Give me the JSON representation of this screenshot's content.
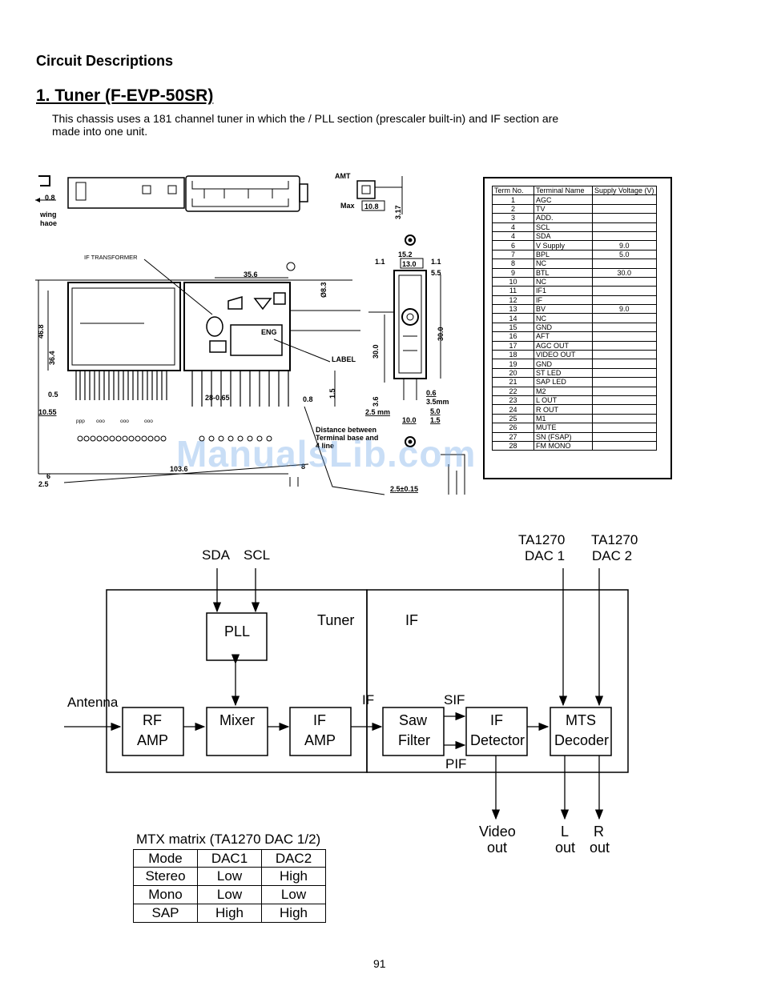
{
  "header": {
    "section": "Circuit Descriptions",
    "title": "1. Tuner (F-EVP-50SR)",
    "intro": "This chassis uses a 181 channel tuner in which the / PLL section (prescaler built-in) and IF section are made into one unit."
  },
  "mech_drawing": {
    "labels": {
      "amt": "AMT",
      "max": "Max",
      "max_val": "10.8",
      "dim_317": "3.17",
      "wing": "wing",
      "haoe": "haoe",
      "dim_08a": "0.8",
      "if_transformer": "IF TRANSFORMER",
      "dim_356": "35.6",
      "dim_83": "Ø8.3",
      "eng": "ENG",
      "label": "LABEL",
      "dim_468": "46.8",
      "dim_364": "36.4",
      "dim_05": "0.5",
      "dim_1055": "10.55",
      "dim_28": "28-0.65",
      "dim_08b": "0.8",
      "dim_15": "1.5",
      "dim_1036": "103.6",
      "dim_8": "8",
      "dim_6": "6",
      "dim_25": "2.5",
      "dim_152": "15.2",
      "dim_130": "13.0",
      "dim_11a": "1.1",
      "dim_11b": "1.1",
      "dim_55": "5.5",
      "dim_300a": "30.0",
      "dim_300b": "30.0",
      "dim_06": "0.6",
      "dim_36": "3.6",
      "dim_35mm": "3.5mm",
      "dim_25mm": "2.5 mm",
      "dim_50": "5.0",
      "dim_100": "10.0",
      "dim_15b": "1.5",
      "dim_25015": "2.5±0.15",
      "distance": "Distance between",
      "terminal_base": "Terminal base and",
      "line4": "4 line"
    }
  },
  "terminal_table": {
    "headers": [
      "Term No.",
      "Terminal Name",
      "Supply Voltage (V)"
    ],
    "rows": [
      [
        "1",
        "AGC",
        ""
      ],
      [
        "2",
        "TV",
        ""
      ],
      [
        "3",
        "ADD.",
        ""
      ],
      [
        "4",
        "SCL",
        ""
      ],
      [
        "4",
        "SDA",
        ""
      ],
      [
        "6",
        "V Supply",
        "9.0"
      ],
      [
        "7",
        "BPL",
        "5.0"
      ],
      [
        "8",
        "NC",
        ""
      ],
      [
        "9",
        "BTL",
        "30.0"
      ],
      [
        "10",
        "NC",
        ""
      ],
      [
        "11",
        "IF1",
        ""
      ],
      [
        "12",
        "IF",
        ""
      ],
      [
        "13",
        "BV",
        "9.0"
      ],
      [
        "14",
        "NC",
        ""
      ],
      [
        "15",
        "GND",
        ""
      ],
      [
        "16",
        "AFT",
        ""
      ],
      [
        "17",
        "AGC OUT",
        ""
      ],
      [
        "18",
        "VIDEO OUT",
        ""
      ],
      [
        "19",
        "GND",
        ""
      ],
      [
        "20",
        "ST LED",
        ""
      ],
      [
        "21",
        "SAP LED",
        ""
      ],
      [
        "22",
        "M2",
        ""
      ],
      [
        "23",
        "L OUT",
        ""
      ],
      [
        "24",
        "R OUT",
        ""
      ],
      [
        "25",
        "M1",
        ""
      ],
      [
        "26",
        "MUTE",
        ""
      ],
      [
        "27",
        "SN (FSAP)",
        ""
      ],
      [
        "28",
        "FM MONO",
        ""
      ]
    ]
  },
  "watermark": "ManualsLib.com",
  "block_diagram": {
    "sda": "SDA",
    "scl": "SCL",
    "ta_left_1": "TA1270",
    "ta_left_2": "DAC 1",
    "ta_right_1": "TA1270",
    "ta_right_2": "DAC 2",
    "pll": "PLL",
    "tuner": "Tuner",
    "if_section": "IF",
    "antenna": "Antenna",
    "rf_1": "RF",
    "rf_2": "AMP",
    "mixer": "Mixer",
    "ifamp_1": "IF",
    "ifamp_2": "AMP",
    "if_link": "IF",
    "sif": "SIF",
    "pif": "PIF",
    "saw_1": "Saw",
    "saw_2": "Filter",
    "ifdet_1": "IF",
    "ifdet_2": "Detector",
    "mts_1": "MTS",
    "mts_2": "Decoder",
    "video_1": "Video",
    "video_2": "out",
    "l_1": "L",
    "l_2": "out",
    "r_1": "R",
    "r_2": "out"
  },
  "mtx": {
    "caption": "MTX matrix (TA1270 DAC 1/2)",
    "headers": [
      "Mode",
      "DAC1",
      "DAC2"
    ],
    "rows": [
      [
        "Stereo",
        "Low",
        "High"
      ],
      [
        "Mono",
        "Low",
        "Low"
      ],
      [
        "SAP",
        "High",
        "High"
      ]
    ]
  },
  "page_number": "91"
}
